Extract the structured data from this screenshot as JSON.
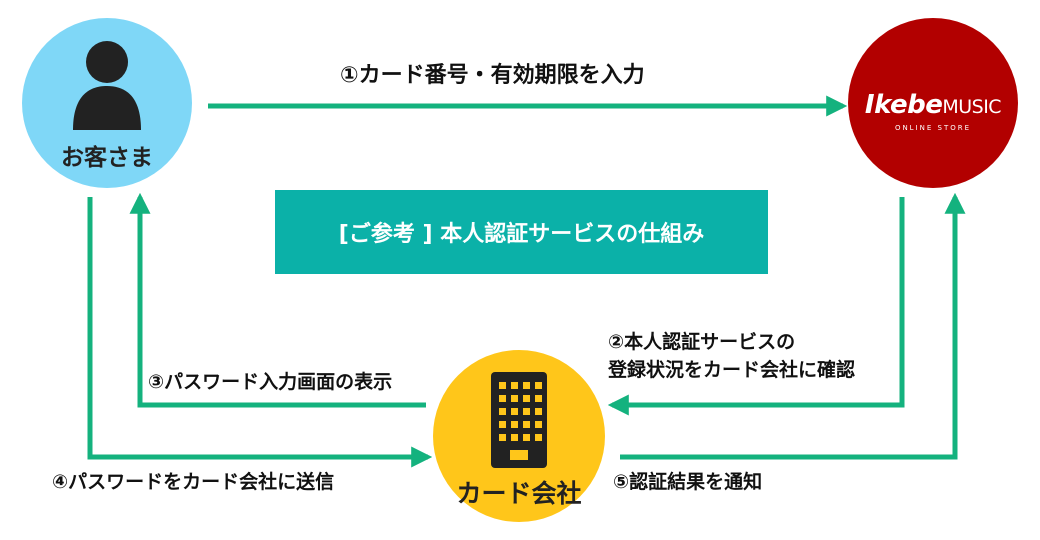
{
  "nodes": {
    "customer": "お客さま",
    "card_company": "カード会社",
    "store_logo_main": "Ikebe",
    "store_logo_music": "MUSIC",
    "store_logo_sub": "ONLINE STORE"
  },
  "banner": "[ご参考 ] 本人認証サービスの仕組み",
  "steps": {
    "s1": "①カード番号・有効期限を入力",
    "s2_line1": "②本人認証サービスの",
    "s2_line2": "登録状況をカード会社に確認",
    "s3": "③パスワード入力画面の表示",
    "s4": "④パスワードをカード会社に送信",
    "s5": "⑤認証結果を通知"
  },
  "colors": {
    "customer": "#7fd7f7",
    "store": "#b20000",
    "card_company": "#ffc61a",
    "arrow": "#14b27e",
    "banner": "#0bb1a8"
  }
}
